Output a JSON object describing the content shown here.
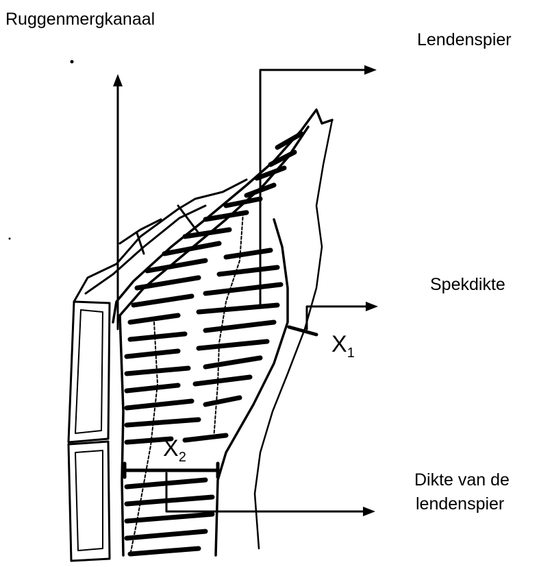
{
  "labels": {
    "spinal_canal": "Ruggenmergkanaal",
    "loin_muscle": "Lendenspier",
    "fat_thickness": "Spekdikte",
    "muscle_thickness_line1": "Dikte van de",
    "muscle_thickness_line2": "lendenspier"
  },
  "symbols": {
    "x1_letter": "X",
    "x1_index": "1",
    "x2_letter": "X",
    "x2_index": "2"
  },
  "colors": {
    "ink": "#000000",
    "background": "#ffffff"
  }
}
